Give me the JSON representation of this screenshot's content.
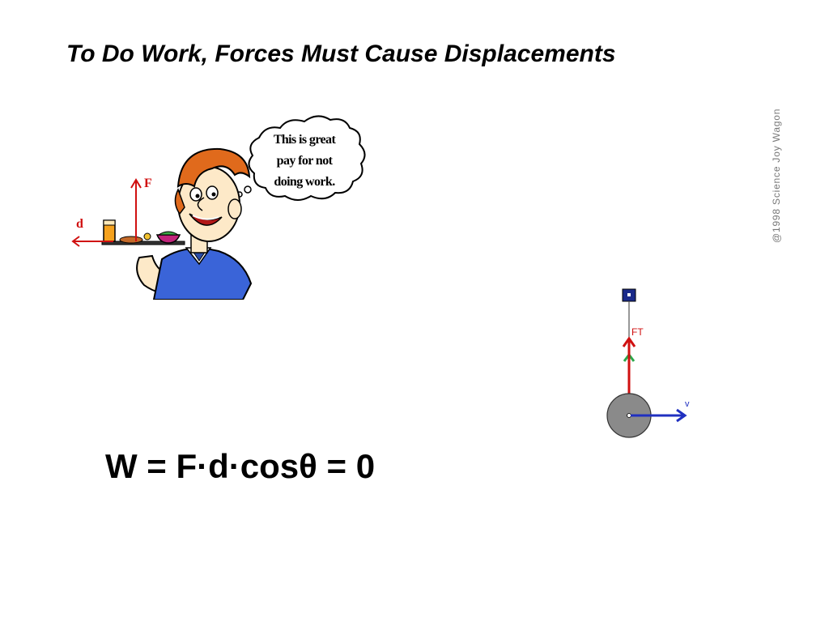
{
  "slide": {
    "title": "To Do Work, Forces Must Cause Displacements",
    "equation": "W = F·d·cosθ = 0",
    "credit": "@1998 Science Joy Wagon"
  },
  "waiter_illustration": {
    "thought_bubble_lines": [
      "This is great",
      "pay for not",
      "doing work."
    ],
    "force_label": "F",
    "displacement_label": "d",
    "icon": "waiter-cartoon-icon"
  },
  "pendulum_diagram": {
    "tension_label": "FT",
    "velocity_label": "v",
    "icon": "pendulum-icon"
  },
  "colors": {
    "title": "#000000",
    "force_arrow": "#d01010",
    "velocity_arrow": "#2030c0",
    "pendulum_bob": "#8a8a8a",
    "pivot": "#1a2a8a",
    "credit_text": "#777777"
  }
}
